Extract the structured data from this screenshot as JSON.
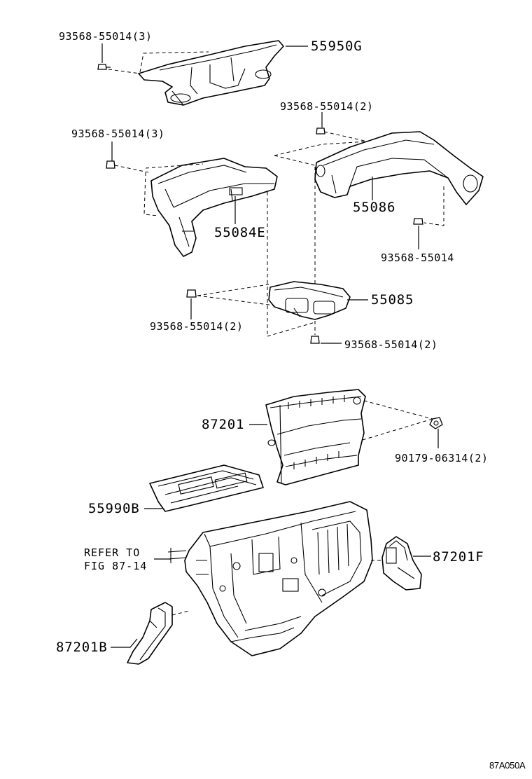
{
  "labels": {
    "bolt_top": "93568-55014(3)",
    "part_55950G": "55950G",
    "bolt_mid_right": "93568-55014(2)",
    "bolt_mid_left": "93568-55014(3)",
    "part_55086": "55086",
    "part_55084E": "55084E",
    "bolt_right": "93568-55014",
    "part_55085": "55085",
    "bolt_lower_left": "93568-55014(2)",
    "bolt_lower_right": "93568-55014(2)",
    "part_87201": "87201",
    "nut_90179": "90179-06314(2)",
    "part_55990B": "55990B",
    "refer_line1": "REFER TO",
    "refer_line2": "FIG 87-14",
    "part_87201F": "87201F",
    "part_87201B": "87201B",
    "figure_code": "87A050A"
  }
}
